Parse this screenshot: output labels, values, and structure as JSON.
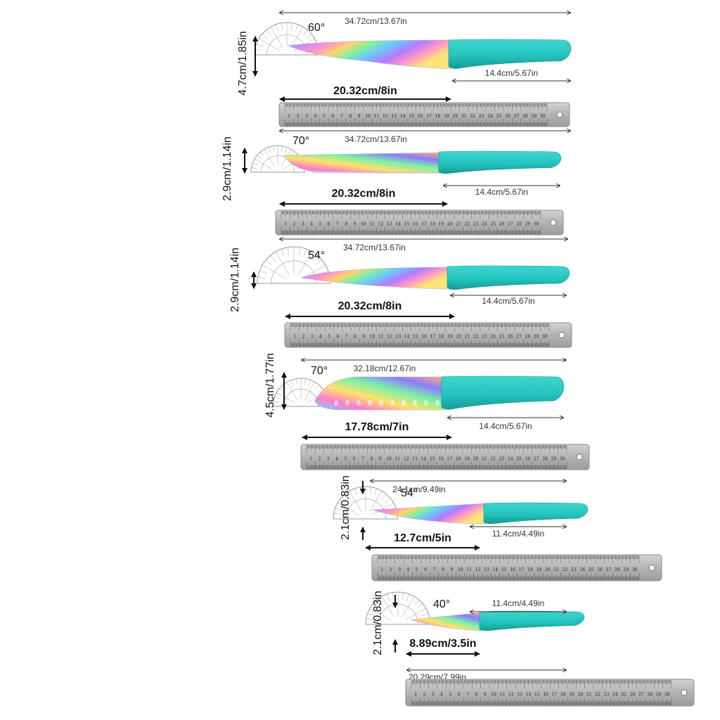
{
  "colors": {
    "handle": "#25c4be",
    "handle_dark": "#179a96",
    "ruler": "#b9b9b9",
    "ruler_edge": "#8c8c8c",
    "protractor": "#9a9a9a"
  },
  "icons": [
    "protractor-icon",
    "ruler-icon",
    "knife-icon",
    "arrow-icon"
  ],
  "ruler_numbers": [
    "1",
    "2",
    "3",
    "4",
    "5",
    "6",
    "7",
    "8",
    "9",
    "10",
    "11",
    "12",
    "13",
    "14",
    "15",
    "16",
    "17",
    "18",
    "19",
    "20",
    "21",
    "22",
    "23",
    "24",
    "25",
    "26",
    "27",
    "28",
    "29",
    "30"
  ],
  "knives": [
    {
      "name": "chef-knife",
      "overall": "34.72cm/13.67in",
      "angle": "60°",
      "height": "4.7cm/1.85in",
      "blade": "20.32cm/8in",
      "handle": "14.4cm/5.67in",
      "blade_style": "chef"
    },
    {
      "name": "bread-knife",
      "overall": "34.72cm/13.67in",
      "angle": "70°",
      "height": "2.9cm/1.14in",
      "blade": "20.32cm/8in",
      "handle": "14.4cm/5.67in",
      "blade_style": "bread"
    },
    {
      "name": "slicing-knife",
      "overall": "34.72cm/13.67in",
      "angle": "54°",
      "height": "2.9cm/1.14in",
      "blade": "20.32cm/8in",
      "handle": "14.4cm/5.67in",
      "blade_style": "slicer"
    },
    {
      "name": "santoku-knife",
      "overall": "32.18cm/12.67in",
      "angle": "70°",
      "height": "4.5cm/1.77in",
      "blade": "17.78cm/7in",
      "handle": "14.4cm/5.67in",
      "blade_style": "santoku"
    },
    {
      "name": "utility-knife",
      "overall": "24.1cm/9.49in",
      "angle": "54°",
      "height": "2.1cm/0.83in",
      "blade": "12.7cm/5in",
      "handle": "11.4cm/4.49in",
      "blade_style": "utility"
    },
    {
      "name": "paring-knife",
      "overall": "20.29cm/7.99in",
      "angle": "40°",
      "height": "2.1cm/0.83in",
      "blade": "8.89cm/3.5in",
      "handle": "11.4cm/4.49in",
      "blade_style": "paring"
    }
  ]
}
